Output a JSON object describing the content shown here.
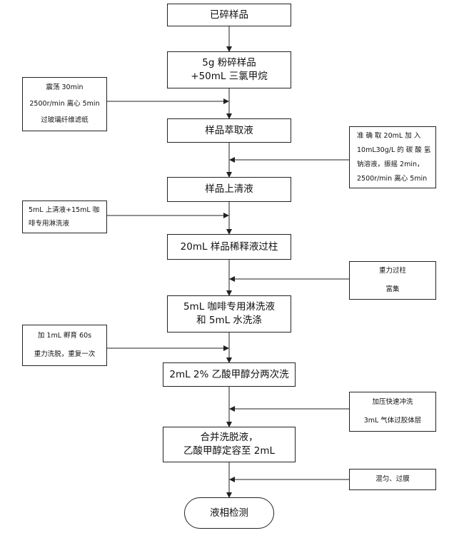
{
  "steps": [
    {
      "lines": [
        "已碎样品"
      ]
    },
    {
      "lines": [
        "5g 粉碎样品",
        "+50mL 三氯甲烷"
      ]
    },
    {
      "lines": [
        "样品萃取液"
      ]
    },
    {
      "lines": [
        "样品上清液"
      ]
    },
    {
      "lines": [
        "20mL 样品稀释液过柱"
      ]
    },
    {
      "lines": [
        "5mL 咖啡专用淋洗液",
        "和 5mL 水洗涤"
      ]
    },
    {
      "lines": [
        "2mL 2% 乙酸甲醇分两次洗"
      ]
    },
    {
      "lines": [
        "合并洗脱液，",
        "乙酸甲醇定容至 2mL"
      ]
    },
    {
      "lines": [
        "液相检测"
      ]
    }
  ],
  "notes": [
    {
      "lines": [
        "震荡 30min",
        "2500r/min 离心 5min",
        "过玻璃纤维滤纸"
      ]
    },
    {
      "lines": [
        "准 确 取  20mL  加 入",
        "10mL30g/L 的 碳 酸 氢",
        "钠溶液，振摇 2min，",
        "2500r/min 离心 5min"
      ]
    },
    {
      "lines": [
        "5mL 上清液+15mL 咖",
        "啡专用淋洗液"
      ]
    },
    {
      "lines": [
        "重力过柱",
        "富集"
      ]
    },
    {
      "lines": [
        "加 1mL 孵育 60s",
        "重力洗脱，重复一次"
      ]
    },
    {
      "lines": [
        "加压快速冲洗",
        "3mL 气体过胶体层"
      ]
    },
    {
      "lines": [
        "混匀、过膜"
      ]
    }
  ]
}
